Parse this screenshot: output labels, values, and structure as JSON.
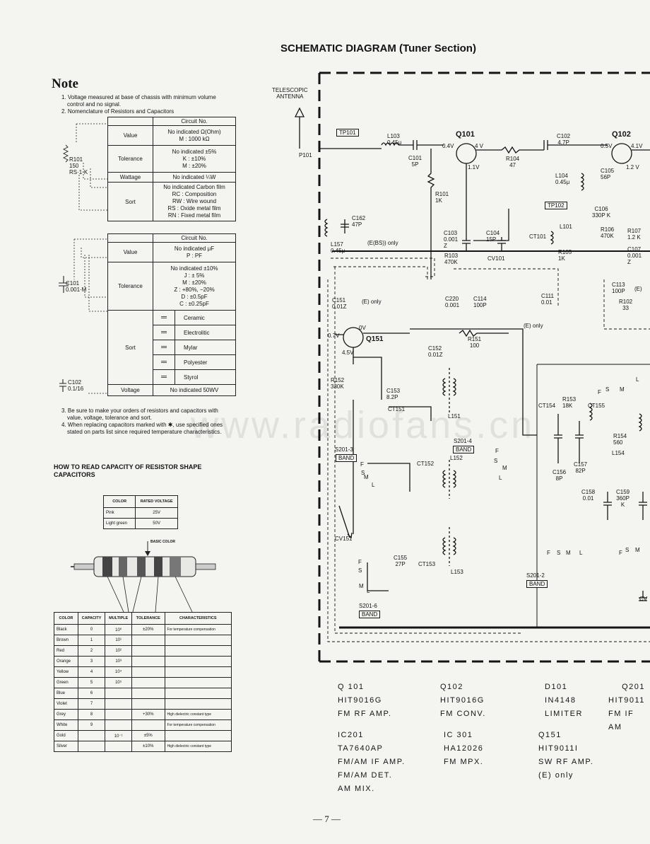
{
  "title": "SCHEMATIC DIAGRAM (Tuner Section)",
  "note": {
    "heading": "Note",
    "items": [
      "1. Voltage measured at base of chassis with minimum volume control and no signal.",
      "2. Nomenclature of Resistors and Capacitors"
    ],
    "items_after": [
      "3. Be sure to make your orders of resistors and capacitors with value, voltage, tolerance and sort.",
      "4. When replacing capacitors marked with ✱, use specified ones stated on parts list since required temperature characteristics."
    ]
  },
  "resistor_table": {
    "example_lines": [
      "R101",
      "150",
      "RS·1·K"
    ],
    "header": "Circuit No.",
    "rows": [
      {
        "label": "Value",
        "text": "No indicated  Ω(Ohm)\nM : 1000 kΩ"
      },
      {
        "label": "Tolerance",
        "text": "No indicated  ±5%\nK : ±10%\nM : ±20%"
      },
      {
        "label": "Wattage",
        "text": "No indicated  ¼W"
      },
      {
        "label": "Sort",
        "text": "No indicated Carbon film\nRC : Composition\nRW : Wire wound\nRS : Oxide metal film\nRN : Fixed metal film"
      }
    ]
  },
  "capacitor_table": {
    "example_lines": [
      "C101",
      "0.001·M"
    ],
    "example2_lines": [
      "C102",
      "0.1/16"
    ],
    "header": "Circuit No.",
    "value_label": "Value",
    "value_text": "No indicated  μF\nP : PF",
    "tolerance_label": "Tolerance",
    "tolerance_text": "No indicated  ±10%\nJ : ± 5%\nM : ±20%\nZ : +80%,  −20%\nD : ±0.5pF\nC : ±0.25pF",
    "sort_label": "Sort",
    "sorts": [
      "Ceramic",
      "Electrolitic",
      "Mylar",
      "Polyester",
      "Styrol"
    ],
    "voltage_label": "Voltage",
    "voltage_text": "No indicated  50WV"
  },
  "how_to_read": {
    "heading": "HOW TO READ CAPACITY OF RESISTOR SHAPE CAPACITORS",
    "rated_table": {
      "headers": [
        "COLOR",
        "RATED VOLTAGE"
      ],
      "rows": [
        [
          "Pink",
          "25V"
        ],
        [
          "Light green",
          "50V"
        ]
      ]
    },
    "basic_color": "BASIC COLOR",
    "color_table": {
      "headers": [
        "COLOR",
        "CAPACITY",
        "MULTIPLE",
        "TOLERANCE",
        "CHARACTERISTICS"
      ],
      "rows": [
        [
          "Black",
          "0",
          "10⁰",
          "±20%",
          "For temperature compensation"
        ],
        [
          "Brown",
          "1",
          "10¹",
          "",
          ""
        ],
        [
          "Red",
          "2",
          "10²",
          "",
          ""
        ],
        [
          "Orange",
          "3",
          "10³",
          "",
          ""
        ],
        [
          "Yellow",
          "4",
          "10⁴",
          "",
          ""
        ],
        [
          "Green",
          "5",
          "10⁵",
          "",
          ""
        ],
        [
          "Blue",
          "6",
          "",
          "",
          ""
        ],
        [
          "Violet",
          "7",
          "",
          "",
          ""
        ],
        [
          "Grey",
          "8",
          "",
          "+30%",
          "High dielectric constant type"
        ],
        [
          "White",
          "9",
          "",
          "",
          "For temperature compensation"
        ],
        [
          "Gold",
          "",
          "10⁻¹",
          "±5%",
          ""
        ],
        [
          "Silver",
          "",
          "",
          "±10%",
          "High dielectric constant type"
        ]
      ]
    }
  },
  "schematic_labels": {
    "antenna": "TELESCOPIC\nANTENNA",
    "tp101": "TP101",
    "p101": "P101",
    "l103": "L103\n0.45μ",
    "c101": "C101\n5P",
    "q101": "Q101",
    "q101_v1": "0.4V",
    "q101_v2": "4 V",
    "q101_v3": "1.1V",
    "r104": "R104\n47",
    "c102": "C102\n4.7P",
    "q102": "Q102",
    "q102_v1": "0.5V",
    "q102_v2": "4.1V",
    "q102_v3": "1.2 V",
    "l104": "L104\n0.45μ",
    "c105": "C105\n56P",
    "tp102": "TP102",
    "c106": "C106\n330P K",
    "r101": "R101\n1K",
    "c162": "C162\n47P",
    "l157": "L157\n0.45μ",
    "ebs_only": "(E(BS)) only",
    "c103": "C103\n0.001\nZ",
    "c104": "C104\n15P",
    "ct101": "CT101",
    "l101": "L101",
    "r106": "R106\n470K",
    "r107": "R107\n1.2 K",
    "c107": "C107\n0.001\nZ",
    "r103": "R103\n470K",
    "cv101": "CV101",
    "r105": "R105\n1K",
    "c151": "C151\n0.01Z",
    "e_only1": "(E) only",
    "c220": "C220\n0.001",
    "c114": "C114\n100P",
    "c111": "C111\n0.01",
    "c113": "C113\n100P",
    "r102": "R102\n33",
    "e_only2": "(E) only",
    "e_only3": "(E)",
    "q151_v1": "0.7V",
    "q151_v2": "0V",
    "q151": "Q151",
    "q151_v3": "4.5V",
    "r151": "R151\n100",
    "c152": "C152\n0.01Z",
    "r152": "R152\n330K",
    "c153": "C153\n8.2P",
    "ct151": "CT151",
    "l151": "L151",
    "ct154": "CT154",
    "r153": "R153\n18K",
    "ct155": "CT155",
    "r154": "R154\n560",
    "l154": "L154",
    "s201_3": "S201-3",
    "band": "BAND",
    "s201_4": "S201-4",
    "l152": "L152",
    "ct152": "CT152",
    "c156": "C156\n8P",
    "c157": "C157\n82P",
    "c158": "C158\n0.01",
    "c159": "C159\n360P\nK",
    "cv151": "CV151",
    "c155": "C155\n27P",
    "ct153": "CT153",
    "l153": "L153",
    "s201_2": "S201-2",
    "s201_6": "S201-6",
    "fsml": [
      "F",
      "S",
      "M",
      "L"
    ],
    "cv_right": "CV"
  },
  "legend": [
    {
      "ref": "Q 101",
      "part": "HIT9016G",
      "func": "FM RF AMP."
    },
    {
      "ref": "Q102",
      "part": "HIT9016G",
      "func": "FM CONV."
    },
    {
      "ref": "D101",
      "part": "IN4148",
      "func": "LIMITER"
    },
    {
      "ref": "Q201",
      "part": "HIT9011",
      "func": "FM IF AM"
    },
    {
      "ref": "IC201",
      "part": "TA7640AP",
      "func": "FM/AM IF AMP.\nFM/AM DET.\nAM MIX."
    },
    {
      "ref": "IC 301",
      "part": "HA12026",
      "func": "FM MPX."
    },
    {
      "ref": "Q151",
      "part": "HIT9011I",
      "func": "SW RF AMP.\n(E) only"
    }
  ],
  "watermark": "www.radiofans.cn",
  "page_number": "— 7 —"
}
